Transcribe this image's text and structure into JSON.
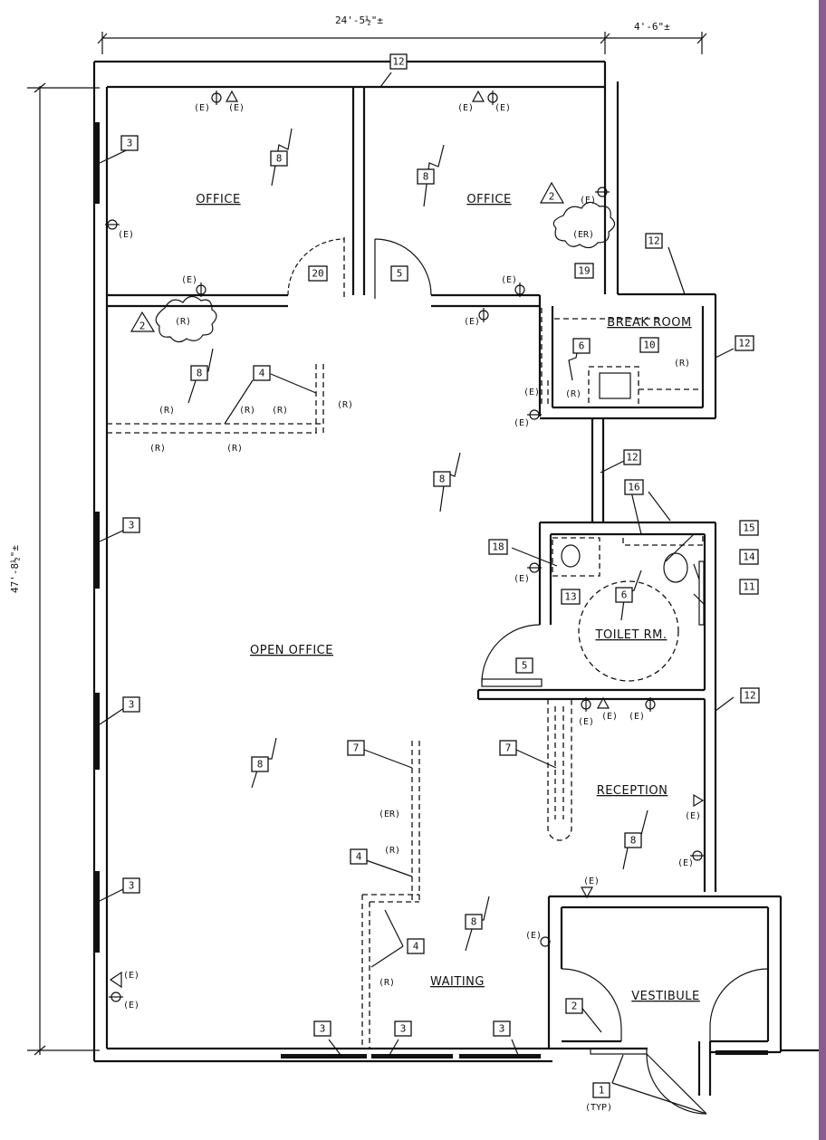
{
  "dimensions": {
    "top_width": "24'-5½\"±",
    "top_right": "4'-6\"±",
    "left_height": "47'-8½\"±"
  },
  "rooms": {
    "office_left": "OFFICE",
    "office_right": "OFFICE",
    "break_room": "BREAK ROOM",
    "open_office": "OPEN OFFICE",
    "toilet": "TOILET RM.",
    "reception": "RECEPTION",
    "waiting": "WAITING",
    "vestibule": "VESTIBULE"
  },
  "symbol_labels": {
    "e": "(E)",
    "r": "(R)",
    "er": "(ER)",
    "typ": "(TYP)"
  },
  "tags": [
    "1",
    "2",
    "3",
    "4",
    "5",
    "6",
    "7",
    "8",
    "10",
    "11",
    "12",
    "13",
    "14",
    "15",
    "16",
    "18",
    "19",
    "20"
  ],
  "revision_marker": "2",
  "colors": {
    "ink": "#111111",
    "paper_edge": "#8b5d8f"
  }
}
